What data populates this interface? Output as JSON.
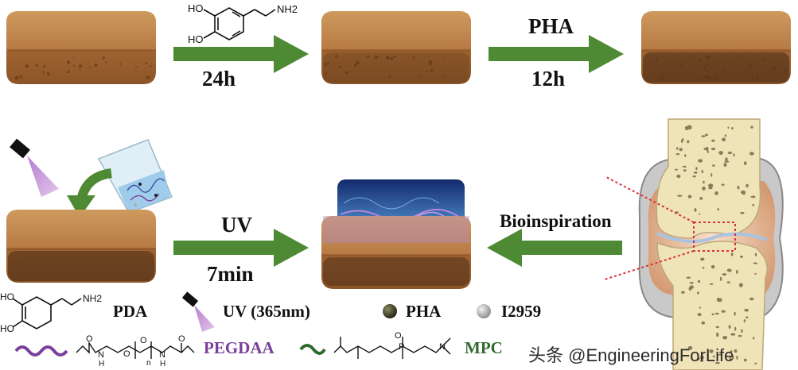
{
  "steps": {
    "step1_time": "24h",
    "step2_reagent": "PHA",
    "step2_time": "12h",
    "step3_method": "UV",
    "step3_time": "7min",
    "bioinspiration": "Bioinspiration"
  },
  "molecule_labels": {
    "dopamine_oh_top": "HO",
    "dopamine_oh_bottom": "HO",
    "dopamine_amine": "NH2",
    "pegdaa_n1": "N",
    "pegdaa_h1": "H",
    "pegdaa_n2": "N",
    "pegdaa_h2": "H",
    "pegdaa_o1": "O",
    "pegdaa_o2": "O",
    "pegdaa_o3": "O",
    "pegdaa_o4": "O",
    "pegdaa_sub_n": "n",
    "mpc_o": "O",
    "mpc_p": "P",
    "mpc_n": "N"
  },
  "legend": {
    "pda": "PDA",
    "uv": "UV (365nm)",
    "pha": "PHA",
    "i2959": "I2959",
    "pegdaa": "PEGDAA",
    "mpc": "MPC"
  },
  "colors": {
    "arrow": "#4e8a34",
    "sponge": "#b77a44",
    "pegdaa": "#7b3f99",
    "mpc": "#2f6b2d",
    "uv_beam": "#c99bd6",
    "bone": "#efe3b8"
  },
  "watermark": "头条 @EngineeringForLife"
}
